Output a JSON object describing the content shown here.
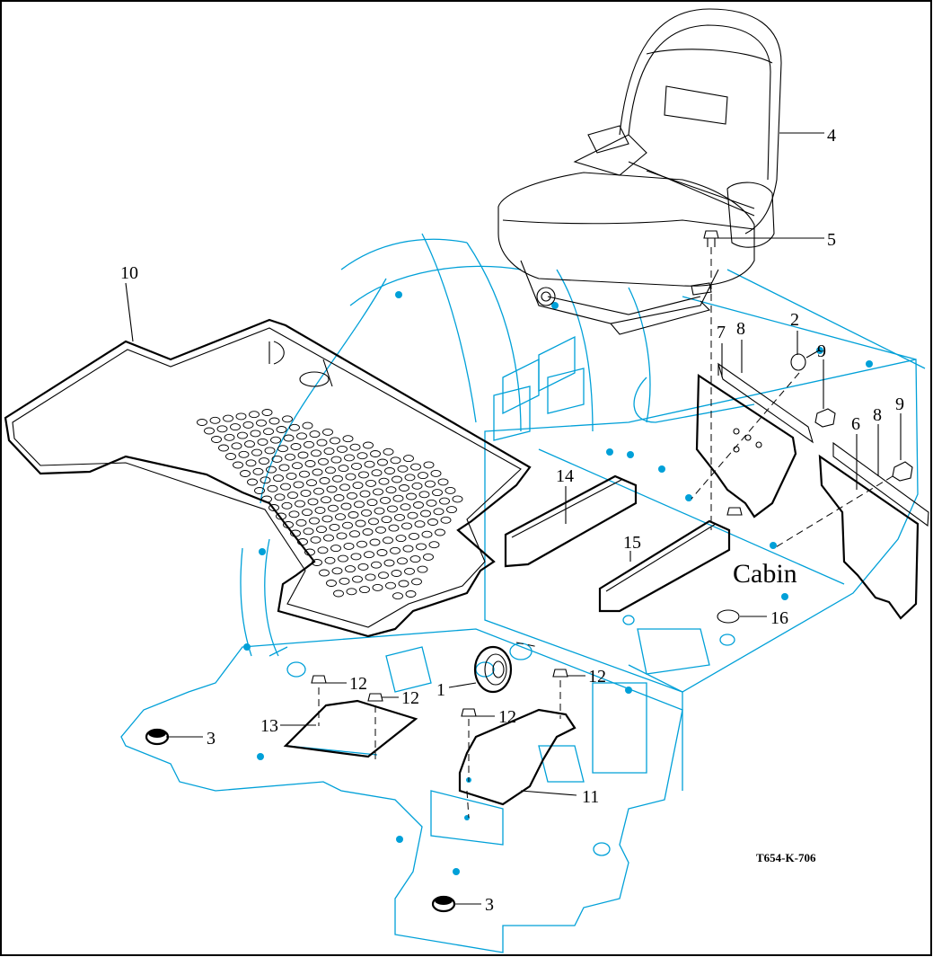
{
  "diagram": {
    "reference_code": "T654-K-706",
    "cabin_label": "Cabin",
    "callouts": {
      "c1": "1",
      "c2": "2",
      "c3a": "3",
      "c3b": "3",
      "c4": "4",
      "c5": "5",
      "c6": "6",
      "c7": "7",
      "c8a": "8",
      "c8b": "8",
      "c9a": "9",
      "c9b": "9",
      "c10": "10",
      "c11": "11",
      "c12a": "12",
      "c12b": "12",
      "c12c": "12",
      "c12d": "12",
      "c13": "13",
      "c14": "14",
      "c15": "15",
      "c16": "16"
    },
    "colors": {
      "frame": "#000000",
      "cabin_floor_lines": "#00a0d8",
      "parts": "#000000"
    }
  }
}
